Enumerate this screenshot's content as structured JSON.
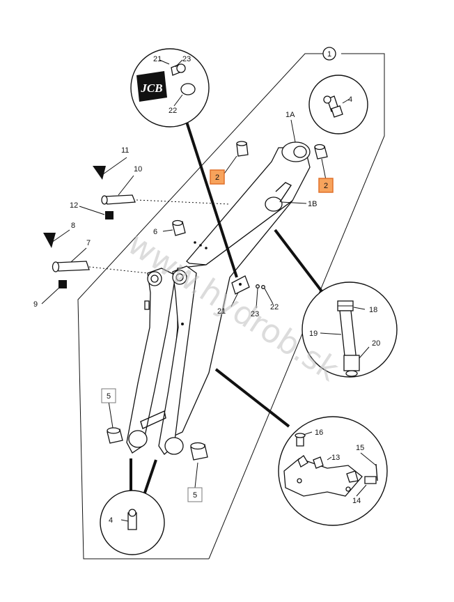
{
  "watermark": "www.hydrob.sk",
  "logo_text": "JCB",
  "circled_label": "1",
  "callouts": {
    "p1A": "1A",
    "p1B": "1B",
    "p2_left": "2",
    "p2_right": "2",
    "p4_top": "4",
    "p4_bottom": "4",
    "p5_left": "5",
    "p5_right": "5",
    "p6": "6",
    "p7": "7",
    "p8": "8",
    "p9": "9",
    "p10": "10",
    "p11": "11",
    "p12": "12",
    "p13": "13",
    "p14": "14",
    "p15": "15",
    "p16": "16",
    "p18": "18",
    "p19": "19",
    "p20": "20",
    "p21_inset": "21",
    "p21_main": "21",
    "p22_inset": "22",
    "p22_main": "22",
    "p23_inset": "23",
    "p23_main": "23"
  },
  "colors": {
    "highlight_fill": "#f7a35c",
    "highlight_stroke": "#e0702a",
    "line": "#111111",
    "watermark": "#bfbfbf"
  }
}
